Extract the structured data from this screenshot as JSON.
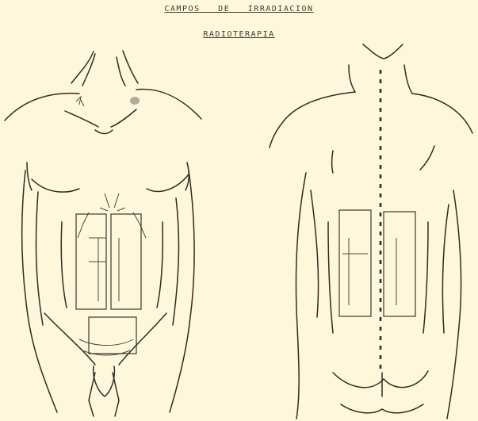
{
  "title": "CAMPOS   DE   IRRADIACION",
  "subtitle": "RADIOTERAPIA",
  "colors": {
    "paper": "#fdf8dc",
    "ink": "#2e2c22"
  },
  "figures": [
    {
      "view": "anterior",
      "fields": [
        "left-paraaortic",
        "right-paraaortic",
        "pelvic"
      ]
    },
    {
      "view": "posterior",
      "fields": [
        "left-paraaortic",
        "right-paraaortic"
      ]
    }
  ]
}
